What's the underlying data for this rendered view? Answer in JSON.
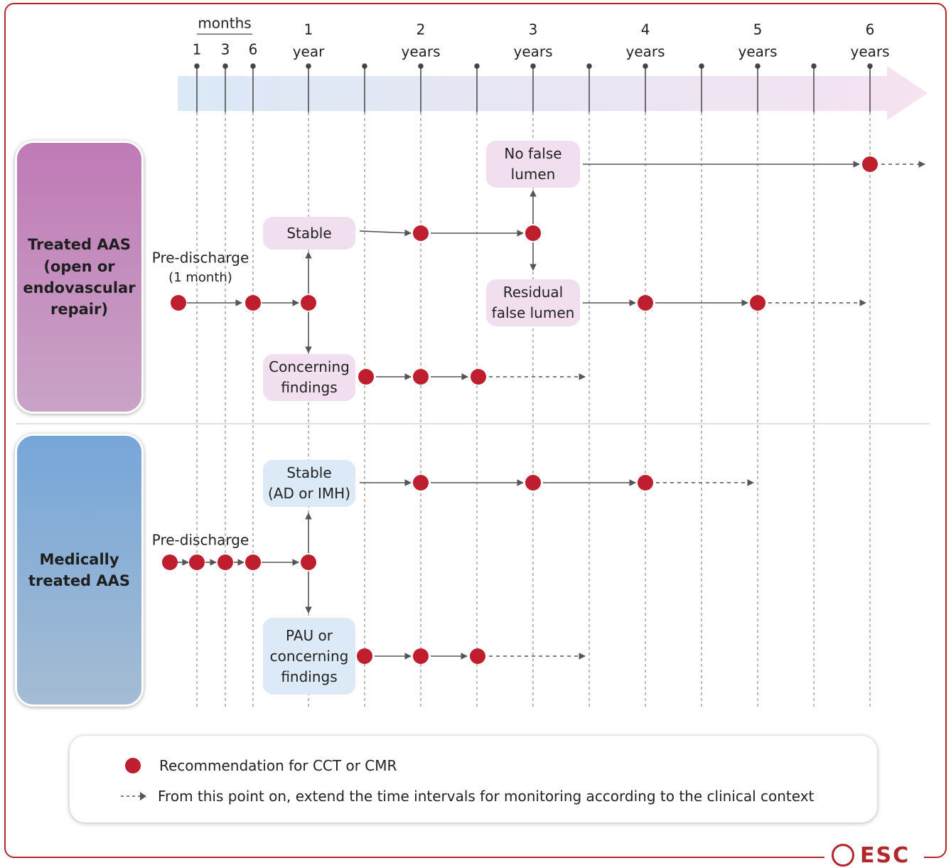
{
  "timeline": {
    "months_header": "months",
    "month_labels": [
      "1",
      "3",
      "6"
    ],
    "year_numbers": [
      "1",
      "2",
      "3",
      "4",
      "5",
      "6"
    ],
    "year_words": [
      "year",
      "years",
      "years",
      "years",
      "years",
      "years"
    ]
  },
  "groups": {
    "treated": [
      "Treated AAS",
      "(open or",
      "endovascular",
      "repair)"
    ],
    "medical": [
      "Medically",
      "treated AAS"
    ]
  },
  "treated_labels": {
    "pre_discharge": "Pre-discharge",
    "pre_discharge_sub": "(1 month)",
    "stable": "Stable",
    "concerning": [
      "Concerning",
      "findings"
    ],
    "no_false_lumen": [
      "No false",
      "lumen"
    ],
    "residual_false_lumen": [
      "Residual",
      "false lumen"
    ]
  },
  "medical_labels": {
    "pre_discharge": "Pre-discharge",
    "stable": [
      "Stable",
      "(AD or IMH)"
    ],
    "pau": [
      "PAU or",
      "concerning",
      "findings"
    ]
  },
  "legend": {
    "dot_text": "Recommendation for CCT or CMR",
    "arrow_text": "From this point on, extend the time intervals for monitoring according to the clinical context"
  },
  "colors": {
    "dot": "#be1e2d",
    "frame": "#b3262b",
    "treated_box": "#f1dff0",
    "medical_box": "#dce9f6"
  },
  "logo_text": "ESC"
}
